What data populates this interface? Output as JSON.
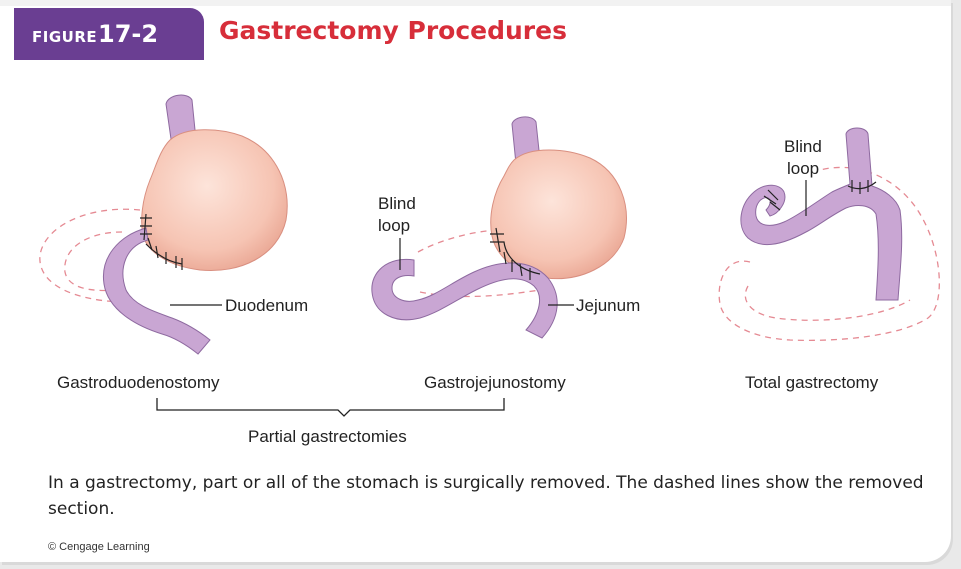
{
  "header": {
    "figure_word": "FIGURE",
    "figure_number": "17-2",
    "title": "Gastrectomy Procedures"
  },
  "labels": {
    "duodenum": "Duodenum",
    "jejunum": "Jejunum",
    "blind_loop_1": "Blind",
    "blind_loop_2": "loop",
    "blind_loop_3": "Blind",
    "blind_loop_4": "loop"
  },
  "procedures": {
    "gastroduodenostomy": "Gastroduodenostomy",
    "gastrojejunostomy": "Gastrojejunostomy",
    "total": "Total gastrectomy",
    "group": "Partial gastrectomies"
  },
  "caption": "In a gastrectomy, part or all of the stomach is surgically removed. The dashed lines show the removed section.",
  "credit": "© Cengage Learning",
  "colors": {
    "accent_purple": "#6a3e92",
    "title_red": "#d72e3a",
    "stomach": "#f6c6b6",
    "intestine": "#c9a6d3",
    "dashed": "#e58a93"
  }
}
